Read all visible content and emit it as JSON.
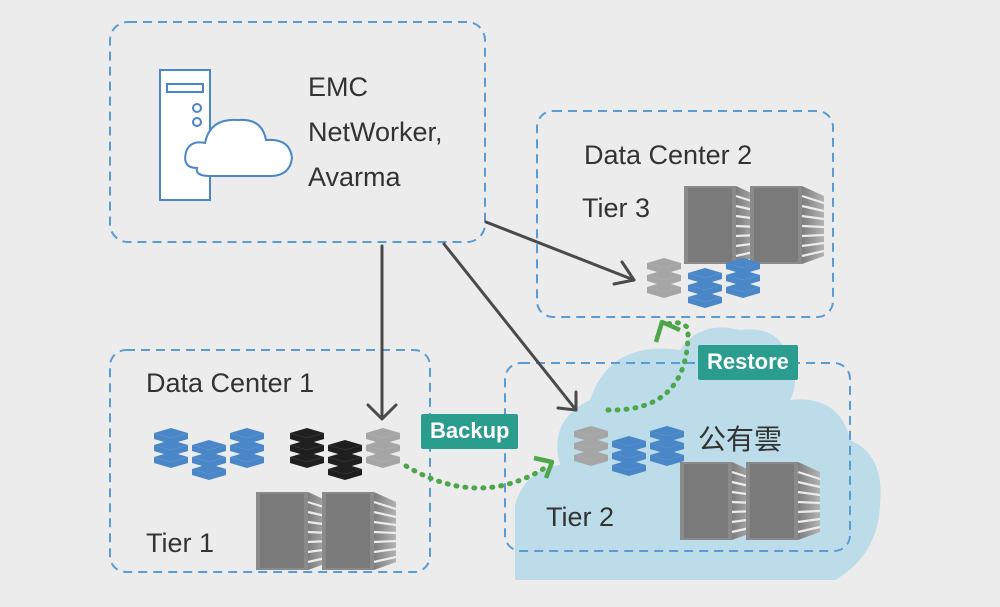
{
  "product_box": {
    "lines": [
      "EMC",
      "NetWorker,",
      "Avarma"
    ]
  },
  "data_center_1": {
    "title": "Data Center 1",
    "tier": "Tier 1"
  },
  "data_center_2": {
    "title": "Data Center 2",
    "tier": "Tier 3"
  },
  "public_cloud": {
    "title": "公有雲",
    "tier": "Tier 2"
  },
  "actions": {
    "backup": "Backup",
    "restore": "Restore"
  },
  "colors": {
    "background": "#ececec",
    "dashed_border": "#5b9bd5",
    "cloud_fill": "#bcdcea",
    "disk_blue": "#4a87c8",
    "disk_gray": "#a5a5a5",
    "disk_black": "#1f1f1f",
    "rack_gray": "#8a8a8a",
    "arrow_dark": "#4a4a4a",
    "dotted_green": "#4ea64a",
    "tag_teal": "#2a9d8f"
  },
  "icons": [
    "server-cloud-icon",
    "disk-stack-icon",
    "server-rack-icon"
  ]
}
